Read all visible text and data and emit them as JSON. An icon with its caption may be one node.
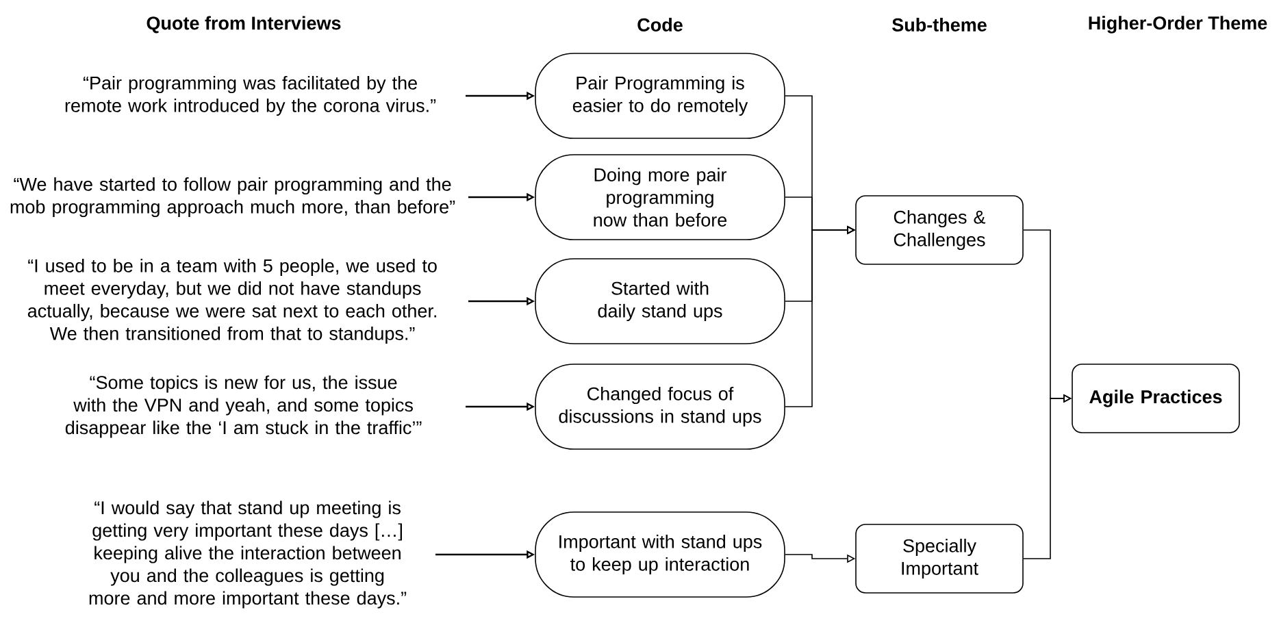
{
  "diagram": {
    "nodes": [
      {
        "text": [
          "“Pair programming was facilitated by the remote work introduced by the corona virus.”"
        ]
      },
      {
        "text": [
          "“We have started to follow pair programming and the mob programming approach much more, than before”"
        ]
      },
      {
        "text": [
          "“I used to be in a team with 5 people, we used to meet everyday, but we did not have standups actually, because we were sat next to each other. We then transitioned from that to standups.”"
        ]
      },
      {
        "text": [
          "“Some topics is new for us, the issue with the VPN and yeah, and some topics disappear like the ‘I am stuck in the traffic’”"
        ]
      },
      {
        "text": [
          "“I would say that stand up meeting is getting very important these days […] keeping alive the interaction between you and the colleagues is getting more and more important these days.”"
        ]
      },
      {
        "text": [
          "Pair Programming is easier to do remotely"
        ]
      },
      {
        "text": [
          "Doing more pair programming now than before"
        ]
      },
      {
        "text": [
          "Started with daily stand ups"
        ]
      },
      {
        "text": [
          "Changed focus of discussions in stand ups"
        ]
      },
      {
        "text": [
          "Important with stand ups to keep up interaction"
        ]
      },
      {
        "text": [
          "Changes & Challenges"
        ]
      },
      {
        "text": [
          "Specially Important"
        ]
      },
      {
        "text": [
          "Agile Practices"
        ]
      }
    ],
    "edges": [
      {
        "from": 0,
        "to": 5,
        "arrow": "to"
      },
      {
        "from": 1,
        "to": 6,
        "arrow": "to"
      },
      {
        "from": 2,
        "to": 7,
        "arrow": "to"
      },
      {
        "from": 3,
        "to": 8,
        "arrow": "to"
      },
      {
        "from": 4,
        "to": 9,
        "arrow": "to"
      },
      {
        "from": 5,
        "to": 10,
        "arrow": "to"
      },
      {
        "from": 6,
        "to": 10,
        "arrow": "to"
      },
      {
        "from": 7,
        "to": 10,
        "arrow": "to"
      },
      {
        "from": 8,
        "to": 10,
        "arrow": "to"
      },
      {
        "from": 9,
        "to": 11,
        "arrow": "to"
      },
      {
        "from": 10,
        "to": 12,
        "arrow": "to"
      },
      {
        "from": 11,
        "to": 12,
        "arrow": "to"
      }
    ],
    "labels": [
      "Quote from Interviews",
      "Code",
      "Sub-theme",
      "Higher-Order Theme"
    ]
  }
}
